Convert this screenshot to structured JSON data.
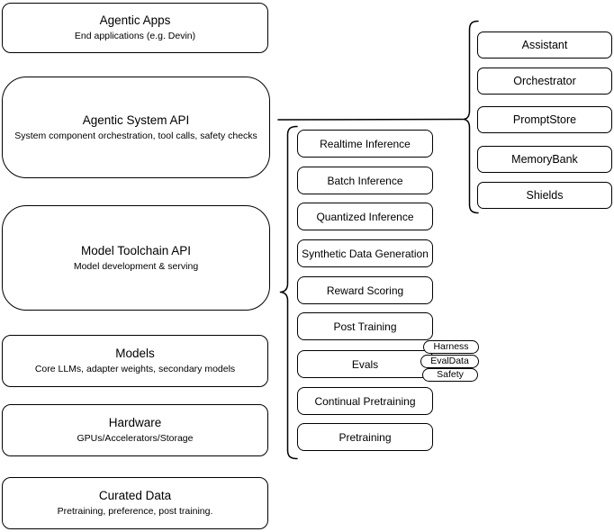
{
  "colors": {
    "stroke": "#000000",
    "background": "#ffffff",
    "node_fill": "#ffffff",
    "text": "#000000"
  },
  "diagram": {
    "stack_layers": {
      "items": [
        {
          "title": "Agentic Apps",
          "subtitle": "End applications (e.g. Devin)"
        },
        {
          "title": "Agentic System API",
          "subtitle": "System component orchestration, tool calls, safety checks"
        },
        {
          "title": "Model Toolchain API",
          "subtitle": "Model development & serving"
        },
        {
          "title": "Models",
          "subtitle": "Core LLMs, adapter weights, secondary models"
        },
        {
          "title": "Hardware",
          "subtitle": "GPUs/Accelerators/Storage"
        },
        {
          "title": "Curated Data",
          "subtitle": "Pretraining, preference, post training."
        }
      ]
    },
    "toolchain_components": {
      "items": [
        {
          "label": "Realtime Inference"
        },
        {
          "label": "Batch Inference"
        },
        {
          "label": "Quantized Inference"
        },
        {
          "label": "Synthetic Data Generation"
        },
        {
          "label": "Reward Scoring"
        },
        {
          "label": "Post Training"
        },
        {
          "label": "Evals"
        },
        {
          "label": "Continual Pretraining"
        },
        {
          "label": "Pretraining"
        }
      ]
    },
    "evals_tags": {
      "items": [
        {
          "label": "Harness"
        },
        {
          "label": "EvalData"
        },
        {
          "label": "Safety"
        }
      ]
    },
    "system_components": {
      "items": [
        {
          "label": "Assistant"
        },
        {
          "label": "Orchestrator"
        },
        {
          "label": "PromptStore"
        },
        {
          "label": "MemoryBank"
        },
        {
          "label": "Shields"
        }
      ]
    }
  }
}
